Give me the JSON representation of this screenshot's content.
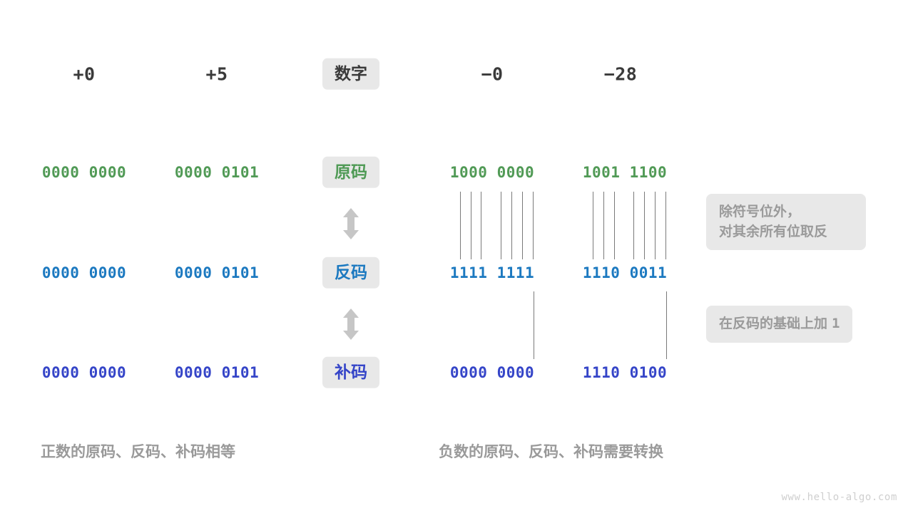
{
  "meta": {
    "watermark": "www.hello-algo.com",
    "bg_color": "#ffffff"
  },
  "colors": {
    "sign_magnitude": "#519a56",
    "ones_complement": "#1c79c0",
    "twos_complement": "#3545c8",
    "pill_bg": "#e8e8e8",
    "muted_text": "#9a9a9a",
    "header_text": "#3a3a3a",
    "line": "#7a7a7a",
    "arrow": "#c6c6c6"
  },
  "header": {
    "row_label": "数字",
    "columns": [
      {
        "key": "pos0",
        "label": "+0"
      },
      {
        "key": "pos5",
        "label": "+5"
      },
      {
        "key": "neg0",
        "label": "−0"
      },
      {
        "key": "neg28",
        "label": "−28"
      }
    ]
  },
  "rows": [
    {
      "key": "sign_magnitude",
      "label": "原码",
      "color": "#519a56",
      "values": {
        "pos0": "0000 0000",
        "pos5": "0000 0101",
        "neg0": "1000 0000",
        "neg28": "1001 1100"
      }
    },
    {
      "key": "ones_complement",
      "label": "反码",
      "color": "#1c79c0",
      "values": {
        "pos0": "0000 0000",
        "pos5": "0000 0101",
        "neg0": "1111 1111",
        "neg28": "1110 0011"
      }
    },
    {
      "key": "twos_complement",
      "label": "补码",
      "color": "#3545c8",
      "values": {
        "pos0": "0000 0000",
        "pos5": "0000 0101",
        "neg0": "0000 0000",
        "neg28": "1110 0100"
      }
    }
  ],
  "arrows": {
    "icon": "up-down-arrow",
    "between_1_2": "原码 ↕ 反码",
    "between_2_3": "反码 ↕ 补码"
  },
  "notes": [
    {
      "key": "invert-bits",
      "text": "除符号位外，\n对其余所有位取反"
    },
    {
      "key": "add-one",
      "text_prefix": "在反码的基础上加",
      "text_value": "1"
    }
  ],
  "captions": {
    "left": "正数的原码、反码、补码相等",
    "right": "负数的原码、反码、补码需要转换"
  }
}
